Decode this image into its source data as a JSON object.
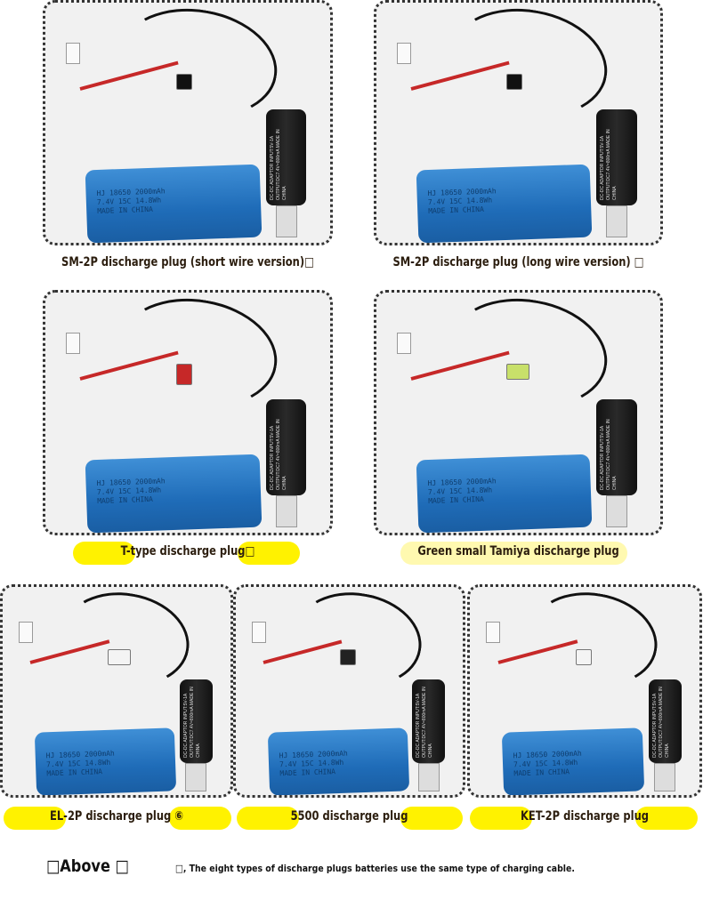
{
  "battery_label": [
    "HJ 18650 2000mAh",
    "7.4V 15C 14.8Wh",
    "MADE IN CHINA"
  ],
  "adapter_label": "DC-DC ADAPTOR INPUT:5V-1A OUTPUT:DC7.4V=800mA MADE IN CHINA",
  "colors": {
    "highlight": "#fff200",
    "battery": "#2a7cc8",
    "adapter": "#1a1a1a"
  },
  "panels": [
    {
      "caption": "SM-2P discharge plug (short wire version)□",
      "plug": "sm-2p",
      "plug_color": "#111"
    },
    {
      "caption": "SM-2P discharge plug (long wire version) □",
      "plug": "sm-2p",
      "plug_color": "#111"
    },
    {
      "caption": "T-type discharge plug□",
      "plug": "t-type",
      "plug_color": "#c62828"
    },
    {
      "caption": "Green small Tamiya discharge plug",
      "plug": "tamiya",
      "plug_color": "#c8e06a"
    },
    {
      "caption": "EL-2P discharge plug  ⑥",
      "plug": "el-2p",
      "plug_color": "#f4f4f4"
    },
    {
      "caption": "5500 discharge plug",
      "plug": "5500",
      "plug_color": "#222"
    },
    {
      "caption": "KET-2P discharge plug",
      "plug": "ket-2p",
      "plug_color": "#f4f4f4"
    }
  ],
  "note": {
    "prefix": "□Above □",
    "text": "□, The eight types of discharge plugs batteries use the same type of charging cable."
  }
}
